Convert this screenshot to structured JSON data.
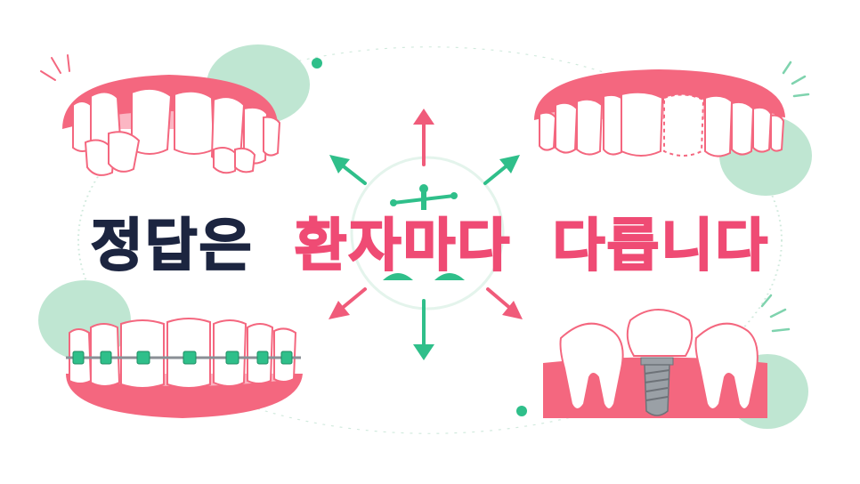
{
  "headline": {
    "word1": "정답은",
    "word2": "환자마다",
    "word3": "다릅니다"
  },
  "colors": {
    "navy": "#1c2540",
    "pink": "#ef4b74",
    "gum": "#f4677f",
    "mint": "#bfe6d2",
    "green": "#2fbf8a",
    "metal": "#9aa0a6"
  },
  "icons": [
    "crooked-teeth-icon",
    "missing-tooth-icon",
    "braces-icon",
    "dental-implant-icon",
    "balance-scale-icon",
    "direction-arrows-icon"
  ]
}
